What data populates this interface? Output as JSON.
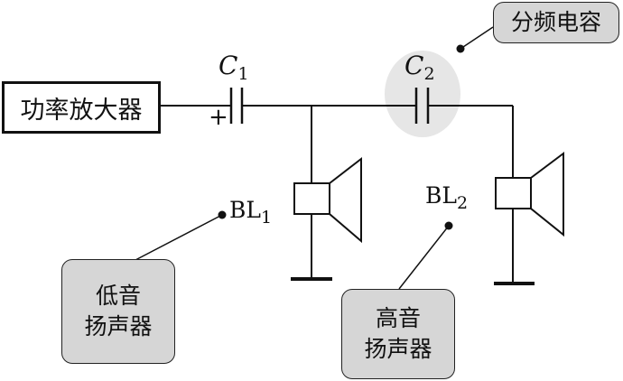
{
  "amplifier": {
    "label": "功率放大器"
  },
  "capacitor_c1": {
    "symbol": "C",
    "subscript": "1",
    "polarity": "+"
  },
  "capacitor_c2": {
    "symbol": "C",
    "subscript": "2"
  },
  "speaker_bl1": {
    "symbol": "BL",
    "subscript": "1"
  },
  "speaker_bl2": {
    "symbol": "BL",
    "subscript": "2"
  },
  "callouts": {
    "crossover_capacitor": "分频电容",
    "woofer_line1": "低音",
    "woofer_line2": "扬声器",
    "tweeter_line1": "高音",
    "tweeter_line2": "扬声器"
  },
  "colors": {
    "line": "#111111",
    "highlight": "#e6e6e6",
    "callout_fill": "#d6d6d6"
  }
}
